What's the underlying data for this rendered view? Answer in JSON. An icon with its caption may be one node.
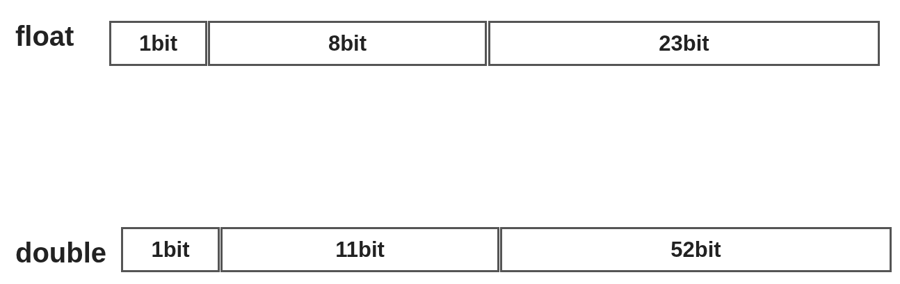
{
  "diagram": {
    "nodes": [
      {
        "text": [
          "1bit"
        ]
      },
      {
        "text": [
          "8bit"
        ]
      },
      {
        "text": [
          "23bit"
        ]
      },
      {
        "text": [
          "1bit"
        ]
      },
      {
        "text": [
          "11bit"
        ]
      },
      {
        "text": [
          "52bit"
        ]
      }
    ],
    "labels": [
      "float",
      "double"
    ]
  }
}
